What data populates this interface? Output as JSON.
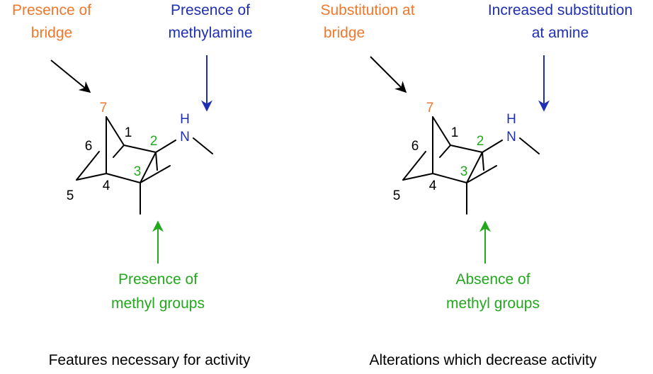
{
  "colors": {
    "orange": "#F0782D",
    "blue": "#1F2FB4",
    "green": "#22A81C",
    "black": "#000000"
  },
  "panels": [
    {
      "caption": "Features necessary for activity",
      "bridge_label": [
        "Presence of",
        "bridge"
      ],
      "amine_label": [
        "Presence of",
        "methylamine"
      ],
      "methyl_label": [
        "Presence of",
        "methyl groups"
      ]
    },
    {
      "caption": "Alterations which decrease activity",
      "bridge_label": [
        "Substitution at",
        "bridge"
      ],
      "amine_label": [
        "Increased substitution",
        "at amine"
      ],
      "methyl_label": [
        "Absence of",
        "methyl groups"
      ]
    }
  ],
  "molecule": {
    "n7": "7",
    "n1": "1",
    "n2": "2",
    "n3": "3",
    "n4": "4",
    "n5": "5",
    "n6": "6",
    "h": "H",
    "n": "N"
  }
}
